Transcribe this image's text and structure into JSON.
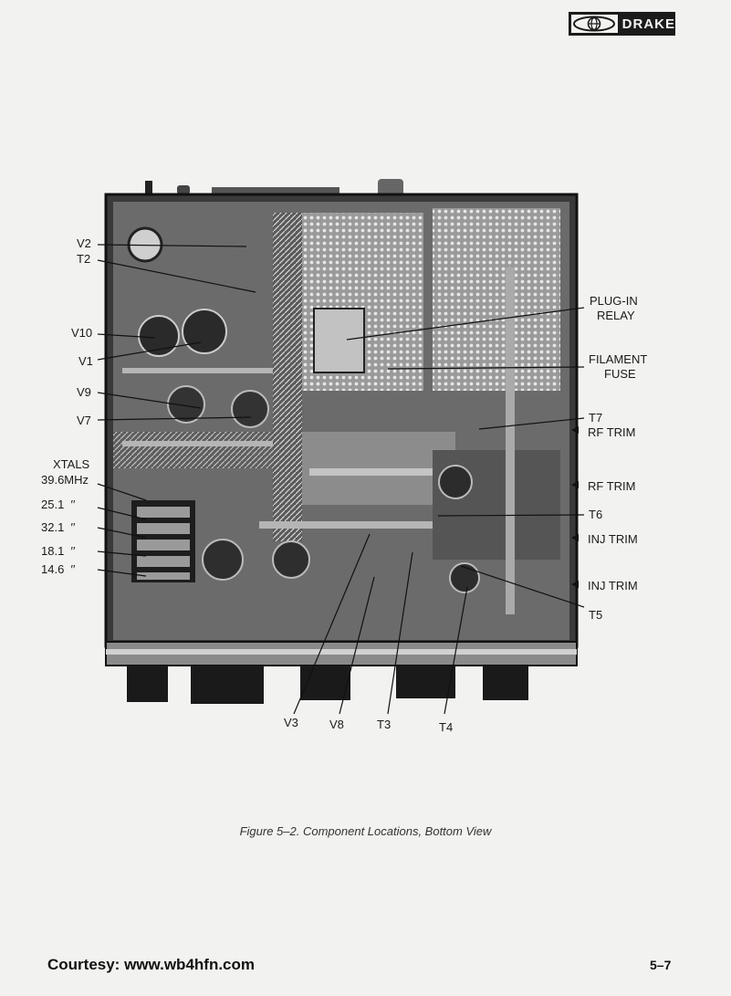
{
  "brand": {
    "name": "DRAKE",
    "logo_icon": "drake-globe-logo"
  },
  "figure": {
    "caption": "Figure 5–2.  Component Locations, Bottom View",
    "photo_subject": "receiver-chassis-bottom-photo"
  },
  "labels": {
    "left": {
      "v2": "V2",
      "t2": "T2",
      "v10": "V10",
      "v1": "V1",
      "v9": "V9",
      "v7": "V7",
      "xtals": "XTALS",
      "mhz396": "39.6MHz",
      "x251": "25.1  ′′",
      "x321": "32.1  ′′",
      "x181": "18.1  ′′",
      "x146": "14.6  ′′"
    },
    "right": {
      "plugin_relay_1": "PLUG-IN",
      "plugin_relay_2": "RELAY",
      "filament_fuse_1": "FILAMENT",
      "filament_fuse_2": "FUSE",
      "t7": "T7",
      "rf_trim_1": "RF TRIM",
      "rf_trim_2": "RF TRIM",
      "t6": "T6",
      "inj_trim_1": "INJ TRIM",
      "inj_trim_2": "INJ TRIM",
      "t5": "T5"
    },
    "bottom": {
      "v3": "V3",
      "v8": "V8",
      "t3": "T3",
      "t4": "T4"
    }
  },
  "footer": {
    "courtesy": "Courtesy: www.wb4hfn.com",
    "page_number": "5–7"
  }
}
